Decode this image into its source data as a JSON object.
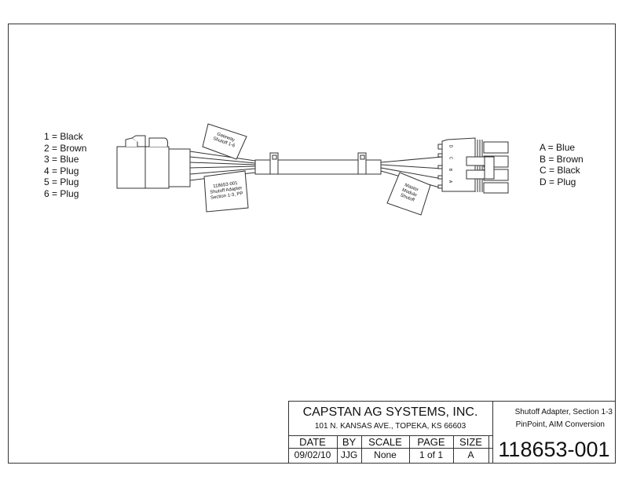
{
  "left_pinout": [
    "1 = Black",
    "2 = Brown",
    "3 = Blue",
    "4 = Plug",
    "5 = Plug",
    "6 = Plug"
  ],
  "right_pinout": [
    "A = Blue",
    "B = Brown",
    "C = Black",
    "D = Plug"
  ],
  "tags": {
    "gateway": [
      "Gateway",
      "Shutoff 1-6"
    ],
    "part": [
      "118653-001",
      "Shutoff Adapter",
      "Section 1-3, PP"
    ],
    "master": [
      "Master",
      "Module",
      "Shutoff"
    ]
  },
  "connector_letters": [
    "D",
    "C",
    "B",
    "A"
  ],
  "title_block": {
    "company": "CAPSTAN AG SYSTEMS, INC.",
    "address": "101 N. KANSAS AVE., TOPEKA, KS 66603",
    "description_1": "Shutoff Adapter, Section 1-3",
    "description_2": "PinPoint, AIM Conversion",
    "headers": [
      "DATE",
      "BY",
      "SCALE",
      "PAGE",
      "SIZE"
    ],
    "values": [
      "09/02/10",
      "JJG",
      "None",
      "1 of 1",
      "A"
    ],
    "drawing_number": "118653-001"
  }
}
